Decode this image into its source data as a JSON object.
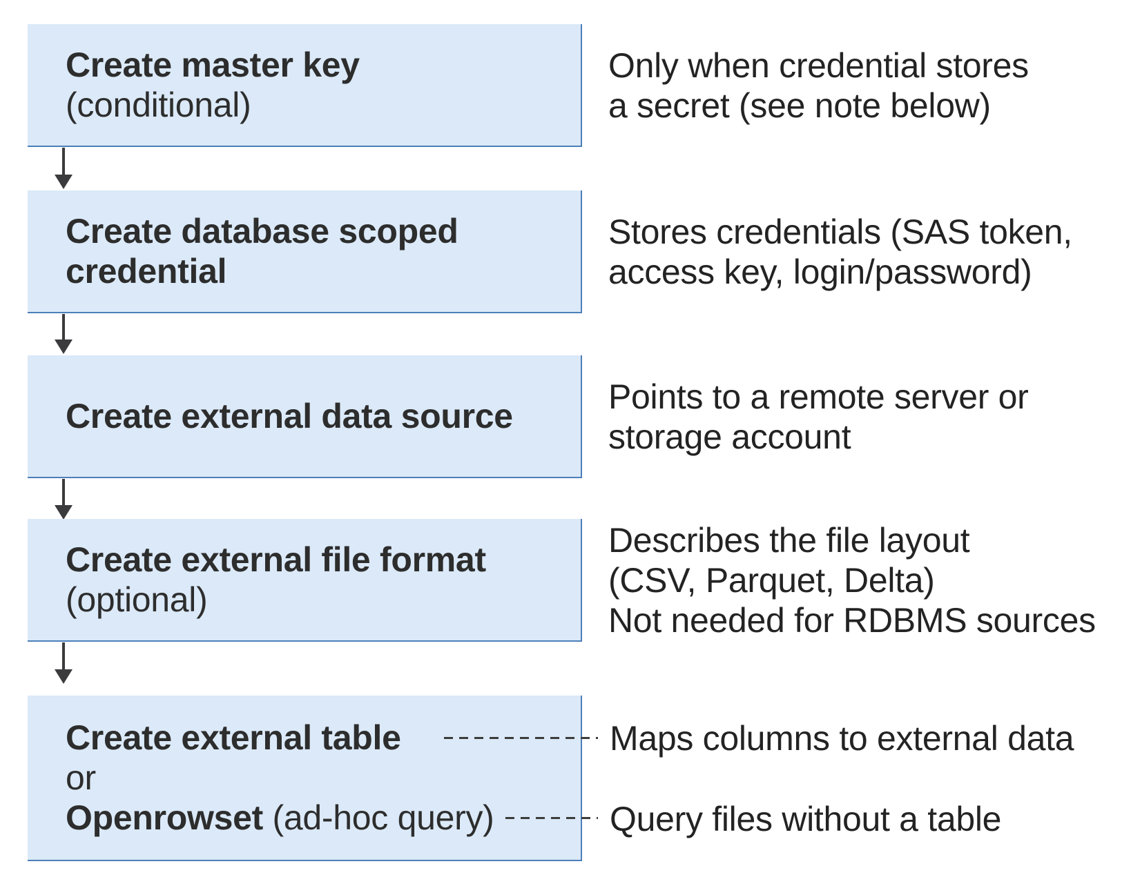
{
  "diagram": {
    "box_fill_color": "#dbe9f8",
    "box_border_color": "#4b7fb9",
    "arrow_color": "#3b3b3d",
    "title_color": "#2d2d2d",
    "note_color": "#232323"
  },
  "boxes": [
    {
      "title": "Create master key",
      "subtitle": "(conditional)"
    },
    {
      "title": "Create database scoped",
      "title_line2": "credential"
    },
    {
      "title": "Create external data source"
    },
    {
      "title": "Create external file format",
      "subtitle": "(optional)"
    },
    {
      "title": "Create external table",
      "or_label": "or",
      "alt_title": "Openrowset",
      "alt_suffix": " (ad-hoc query)"
    }
  ],
  "notes": [
    {
      "line1": "Only when credential stores",
      "line2": "a secret (see note below)"
    },
    {
      "line1": "Stores credentials (SAS token,",
      "line2": "access key, login/password)"
    },
    {
      "line1": "Points to a remote server or",
      "line2": "storage account"
    },
    {
      "line1": "Describes the file layout",
      "line2": "(CSV, Parquet, Delta)",
      "line3": "Not needed for RDBMS sources"
    },
    {
      "map_note": "Maps columns to external data",
      "query_note": "Query files without a table"
    }
  ]
}
